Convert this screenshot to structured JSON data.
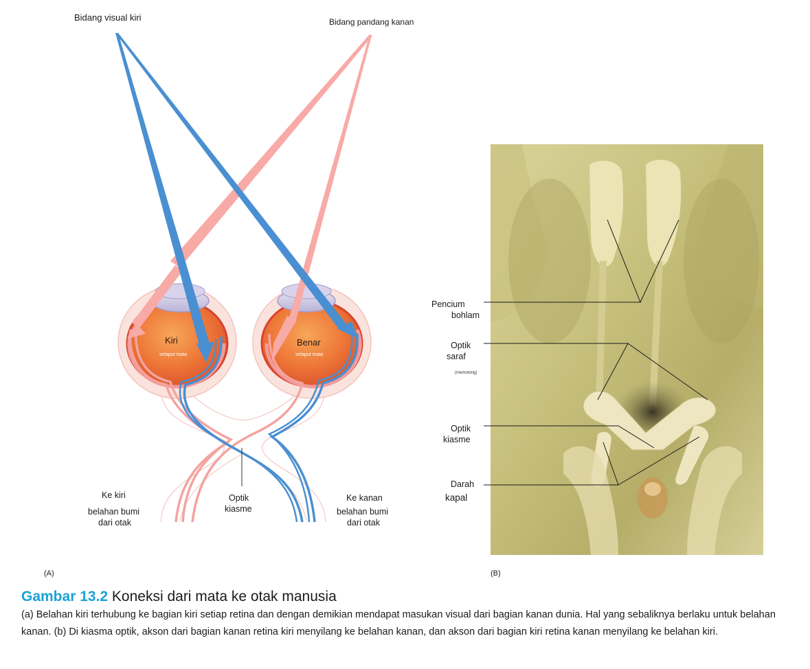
{
  "panel_a": {
    "left_field_label": "Bidang visual kiri",
    "right_field_label": "Bidang pandang kanan",
    "left_eye_label": "Kiri",
    "left_eye_retina": "selaput mata",
    "right_eye_label": "Benar",
    "right_eye_retina": "selaput mata",
    "left_output_line1": "Ke kiri",
    "left_output_line2": "belahan bumi",
    "left_output_line3": "dari otak",
    "chiasm_line1": "Optik",
    "chiasm_line2": "kiasme",
    "right_output_line1": "Ke kanan",
    "right_output_line2": "belahan bumi",
    "right_output_line3": "dari otak",
    "panel_letter": "(A)"
  },
  "panel_b": {
    "olfactory_line1": "Pencium",
    "olfactory_line2": "bohlam",
    "nerve_line1": "Optik",
    "nerve_line2": "saraf",
    "nerve_note": "(memotong)",
    "chiasm_line1": "Optik",
    "chiasm_line2": "kiasme",
    "vessel_line1": "Darah",
    "vessel_line2": "kapal",
    "panel_letter": "(B)"
  },
  "caption": {
    "figure_number": "Gambar 13.2",
    "title": " Koneksi dari mata ke otak manusia",
    "body": "(a) Belahan kiri terhubung ke bagian kiri setiap retina dan dengan demikian mendapat masukan visual dari bagian kanan dunia. Hal yang sebaliknya berlaku untuk belahan kanan. (b) Di kiasma optik, akson dari bagian kanan retina kiri menyilang ke belahan kanan, dan akson dari bagian kiri retina kanan menyilang ke belahan kiri."
  },
  "colors": {
    "blue_path": "#4a8fd1",
    "pink_path": "#f4a3a0",
    "caption_accent": "#1aa3d6"
  }
}
